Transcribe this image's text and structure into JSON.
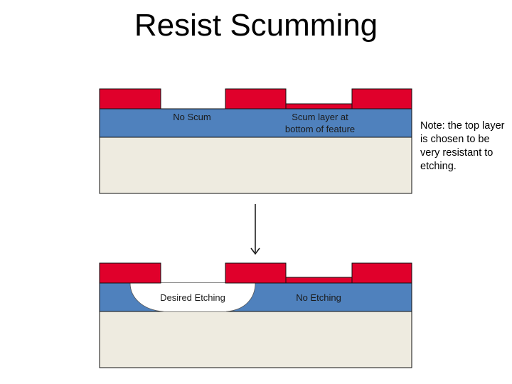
{
  "title": "Resist Scumming",
  "note": "Note: the top layer is chosen to be very resistant to etching.",
  "top_panel": {
    "label_left": "No Scum",
    "label_right_line1": "Scum layer at",
    "label_right_line2": "bottom of feature"
  },
  "bottom_panel": {
    "label_left": "Desired Etching",
    "label_right": "No Etching"
  },
  "colors": {
    "resist": "#e0002b",
    "film": "#4f81bd",
    "substrate": "#eeebe0",
    "outline": "#111111"
  }
}
